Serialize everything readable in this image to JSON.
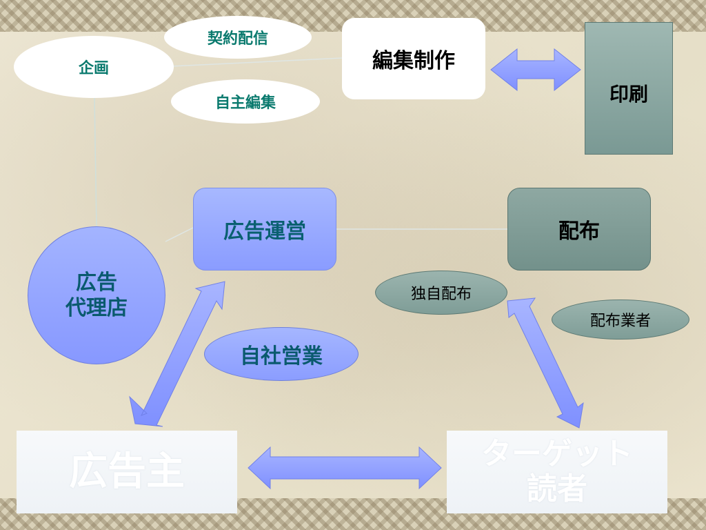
{
  "nodes": {
    "keiyaku_haishin": "契約配信",
    "kikaku": "企画",
    "jishu_henshu": "自主編集",
    "henshu_seisaku": "編集制作",
    "insatsu": "印刷",
    "kokoku_unei": "広告運営",
    "haifu": "配布",
    "kokoku_dairiten": "広告\n代理店",
    "dokuji_haifu": "独自配布",
    "haifu_gyosha": "配布業者",
    "jisha_eigyo": "自社営業",
    "kokokunushi": "広告主",
    "target_dokusha": "ターゲット\n読者"
  },
  "colors": {
    "arrow_fill": "#8d9cff",
    "arrow_stroke": "#7080e8",
    "teal_text": "#0a7a6e"
  }
}
